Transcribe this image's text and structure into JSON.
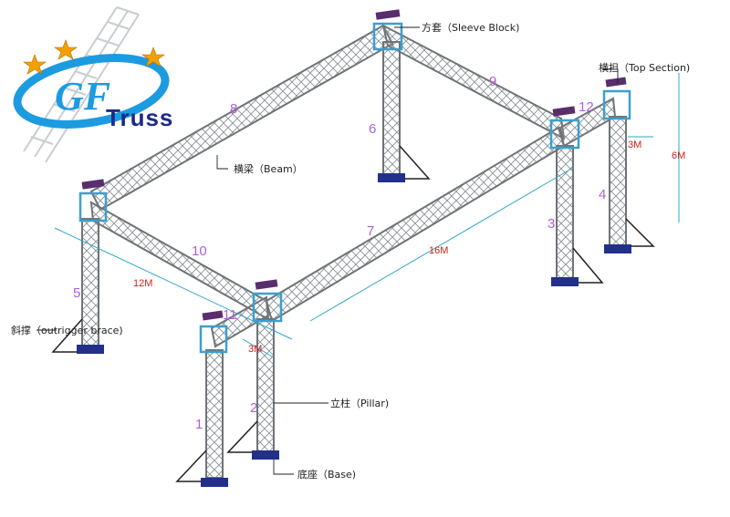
{
  "logo": {
    "letters": "GF",
    "word": "Truss"
  },
  "callouts": {
    "sleeve": "方套（Sleeve Block)",
    "top_section": "横担（Top Section)",
    "beam": "横梁（Beam）",
    "outrigger": "斜撑（outrigger brace)",
    "pillar": "立柱（Pillar)",
    "base": "底座（Base)"
  },
  "dimensions": {
    "length": "16M",
    "width": "12M",
    "height": "6M",
    "extension_right": "3M",
    "extension_front": "3M"
  },
  "part_numbers": [
    "1",
    "2",
    "3",
    "4",
    "5",
    "6",
    "7",
    "8",
    "9",
    "10",
    "11",
    "12"
  ],
  "colors": {
    "truss": "#6e7478",
    "lattice": "#9aa0a4",
    "sleeve": "#3aa0cf",
    "base": "#22308a",
    "cap": "#5a2d6e",
    "dimension": "#2fa7c9",
    "number": "#b05fd6",
    "dim_text": "#d0201a"
  }
}
